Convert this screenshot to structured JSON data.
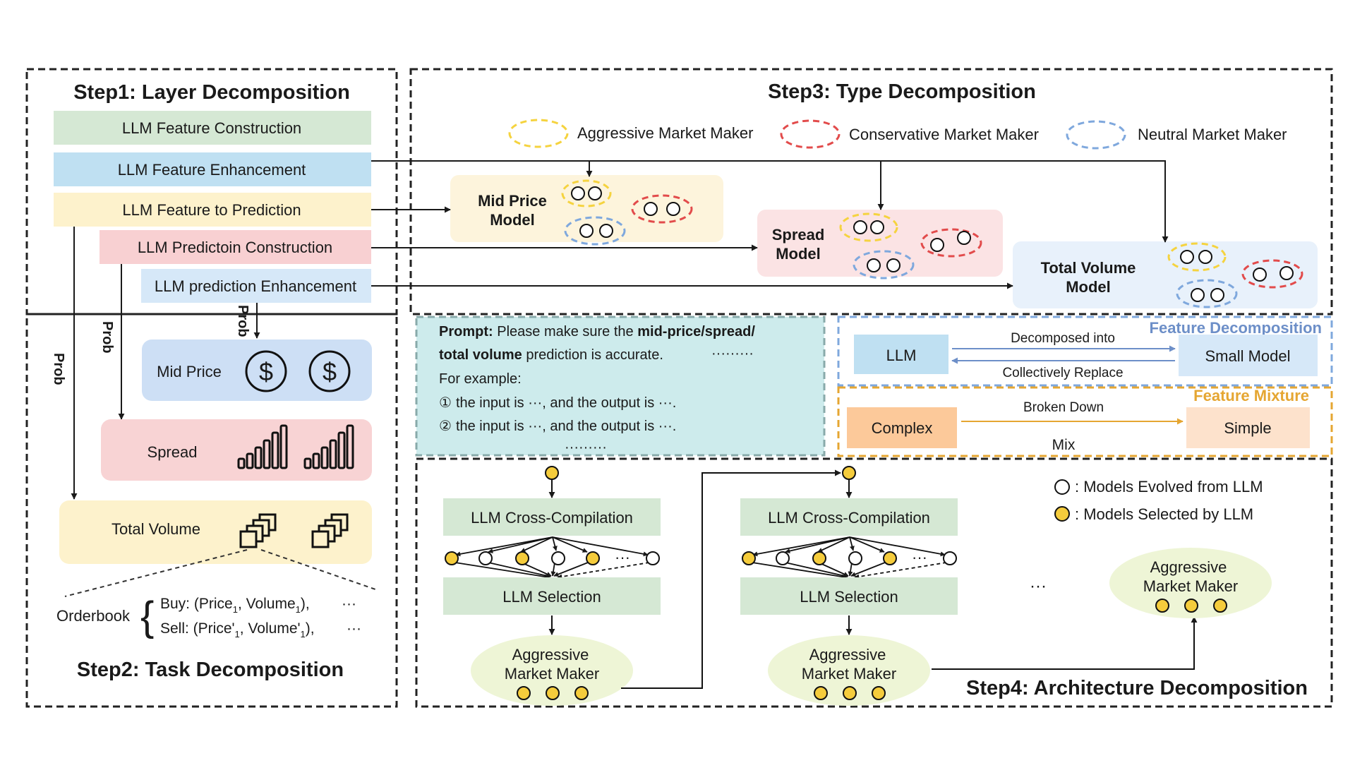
{
  "step1": {
    "title": "Step1: Layer Decomposition",
    "layers": [
      {
        "label": "LLM Feature Construction",
        "color": "#d5e8d4"
      },
      {
        "label": "LLM Feature Enhancement",
        "color": "#bfe0f2"
      },
      {
        "label": "LLM Feature to Prediction",
        "color": "#fdf2cc"
      },
      {
        "label": "LLM Predictoin Construction",
        "color": "#f8d0d2"
      },
      {
        "label": "LLM prediction Enhancement",
        "color": "#d6e8f8"
      }
    ]
  },
  "step2": {
    "title": "Step2: Task Decomposition",
    "prob_label": "Prob",
    "tasks": {
      "mid_price": "Mid Price",
      "spread": "Spread",
      "total_volume": "Total Volume"
    },
    "orderbook": {
      "label": "Orderbook",
      "buy_pre": "Buy: (Price",
      "buy_sep": ", Volume",
      "buy_post": "),",
      "sell_pre": "Sell: (Price'",
      "sell_sep": ", Volume'",
      "sell_post": "),",
      "subscript": "1",
      "ellipsis": "···"
    }
  },
  "step3": {
    "title": "Step3: Type Decomposition",
    "legend": [
      {
        "label": "Aggressive Market Maker",
        "color": "#f5d33f"
      },
      {
        "label": "Conservative Market Maker",
        "color": "#e24b4b"
      },
      {
        "label": "Neutral Market Maker",
        "color": "#7fa8dd"
      }
    ],
    "models": {
      "mid_price": [
        "Mid Price",
        "Model"
      ],
      "spread": [
        "Spread",
        "Model"
      ],
      "total_volume": [
        "Total Volume",
        "Model"
      ]
    }
  },
  "prompt": {
    "bold1": "Prompt:",
    "text1": " Please make sure the ",
    "bold2": "mid-price/spread/",
    "bold3": "total volume",
    "text2": " prediction is accurate.",
    "dots": "·········",
    "example": "For example:",
    "ex1_mark": "①",
    "ex1": "the input is ···, and the output is ···.",
    "ex2_mark": "②",
    "ex2": "the input is ···, and the output is ···.",
    "dots2": "·········"
  },
  "feature_decomposition": {
    "title": "Feature Decomposition",
    "left": "LLM",
    "right": "Small Model",
    "top_arrow": "Decomposed into",
    "bottom_arrow": "Collectively Replace",
    "color": "#7fa8dd"
  },
  "feature_mixture": {
    "title": "Feature Mixture",
    "left": "Complex",
    "right": "Simple",
    "top_arrow": "Broken Down",
    "bottom_label": "Mix",
    "color": "#e5a632"
  },
  "step4": {
    "title": "Step4: Architecture Decomposition",
    "cross_compilation": "LLM Cross-Compilation",
    "selection": "LLM Selection",
    "result": [
      "Aggressive",
      "Market Maker"
    ],
    "legend_evolved": ":  Models Evolved from LLM",
    "legend_selected": ":  Models Selected by LLM",
    "row_ellipsis": "···",
    "mid_ellipsis": "···"
  }
}
